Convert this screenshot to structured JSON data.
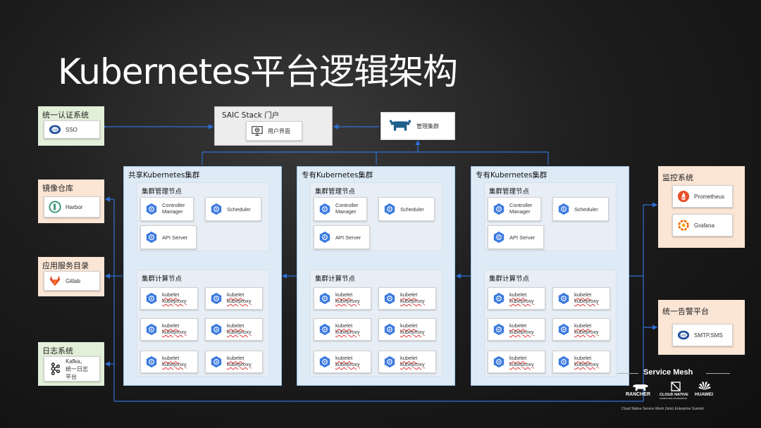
{
  "title": "Kubernetes平台逻辑架构",
  "left_systems": {
    "auth": {
      "title": "统一认证系统",
      "item": "SSO"
    },
    "registry": {
      "title": "镜像仓库",
      "item": "Harbor"
    },
    "appdir": {
      "title": "应用服务目录",
      "item": "Gitlab"
    },
    "logs": {
      "title": "日志系统",
      "item_line1": "Kafka、",
      "item_line2": "统一日志",
      "item_line3": "平台"
    }
  },
  "portal": {
    "title": "SAIC Stack 门户",
    "item": "用户界面"
  },
  "mgmt": {
    "item": "管理集群"
  },
  "right_systems": {
    "monitor": {
      "title": "监控系统",
      "items": [
        "Prometheus",
        "Grafana"
      ]
    },
    "alert": {
      "title": "统一告警平台",
      "item": "SMTP,SMS"
    }
  },
  "clusters": [
    {
      "title": "共享Kubernetes集群"
    },
    {
      "title": "专有Kubernetes集群"
    },
    {
      "title": "专有Kubernetes集群"
    }
  ],
  "cluster_parts": {
    "mgmt_nodes": "集群管理节点",
    "compute_nodes": "集群计算节点",
    "controller_l1": "Controller",
    "controller_l2": "Manager",
    "scheduler": "Scheduler",
    "apiserver": "API Server",
    "kubelet": "kubelet",
    "kubeproxy": "kubeproxy"
  },
  "footer": {
    "service_mesh": "Service Mesh",
    "rancher": "RANCHER",
    "cncf_l1": "CLOUD NATIVE",
    "cncf_l2": "COMPUTING FOUNDATION",
    "huawei": "HUAWEI",
    "summit": "Cloud Native Service Mesh (Istio) Enterprise Summit"
  },
  "colors": {
    "line": "#2f6fd6",
    "hex": "#3d7be0",
    "cluster_bg": "#deebf7"
  }
}
